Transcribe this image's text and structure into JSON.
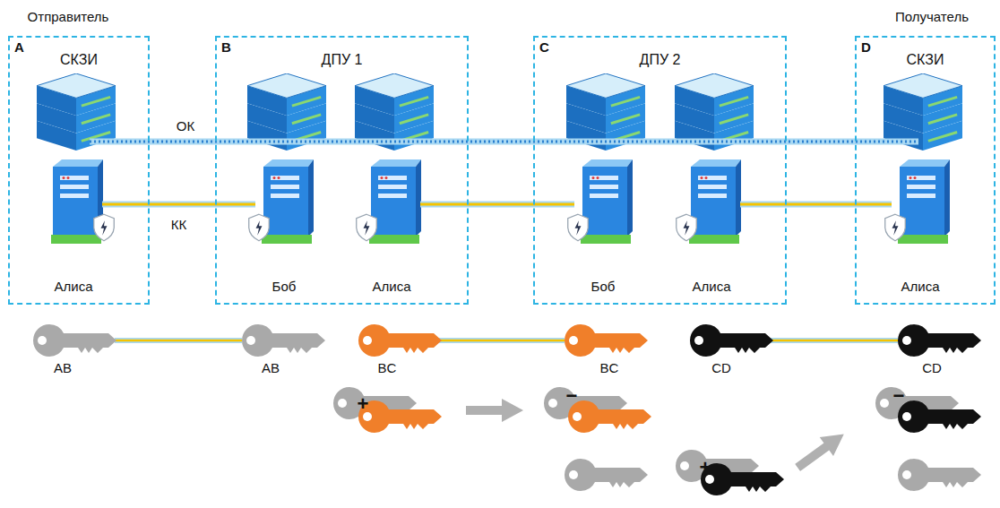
{
  "diagram": {
    "nodes": [
      {
        "text": [
          "A",
          "СКЗИ"
        ]
      },
      {
        "text": [
          "Алиса"
        ],
        "in": 0
      },
      {
        "text": [
          "B",
          "ДПУ 1"
        ]
      },
      {
        "text": [
          "Боб"
        ],
        "in": 2
      },
      {
        "text": [
          "Алиса"
        ],
        "in": 2
      },
      {
        "text": [
          "C",
          "ДПУ 2"
        ]
      },
      {
        "text": [
          "Боб"
        ],
        "in": 5
      },
      {
        "text": [
          "Алиса"
        ],
        "in": 5
      },
      {
        "text": [
          "D",
          "СКЗИ"
        ]
      },
      {
        "text": [
          "Алиса"
        ],
        "in": 8
      }
    ],
    "edges": [
      {
        "from": 1,
        "to": 3,
        "arrow": "none",
        "label": "КК"
      },
      {
        "from": 4,
        "to": 6,
        "arrow": "none"
      },
      {
        "from": 7,
        "to": 9,
        "arrow": "none"
      }
    ],
    "labels": [
      "Отправитель",
      "Получатель",
      "ОК",
      "AB",
      "AB",
      "BC",
      "BC",
      "CD",
      "CD",
      "+",
      "−",
      "+",
      "−"
    ]
  }
}
